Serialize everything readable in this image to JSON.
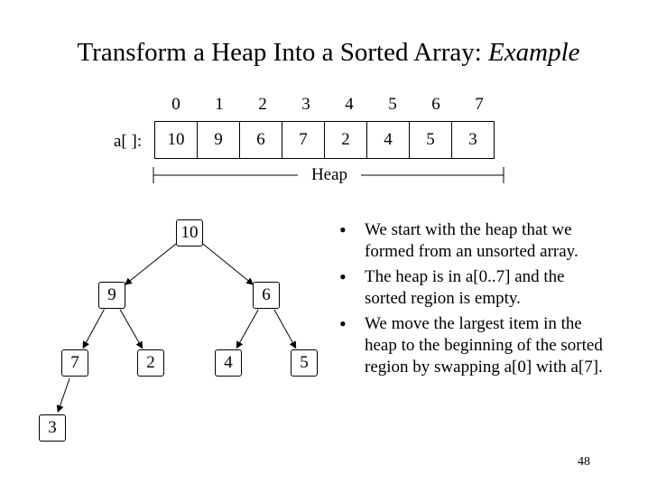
{
  "slide": {
    "title_main": "Transform a Heap Into a Sorted Array: ",
    "title_italic": "Example",
    "page_number": "48"
  },
  "array": {
    "label": "a[ ]:",
    "indices": [
      "0",
      "1",
      "2",
      "3",
      "4",
      "5",
      "6",
      "7"
    ],
    "values": [
      "10",
      "9",
      "6",
      "7",
      "2",
      "4",
      "5",
      "3"
    ],
    "region_label": "Heap"
  },
  "tree": {
    "nodes": [
      "10",
      "9",
      "6",
      "7",
      "2",
      "4",
      "5",
      "3"
    ],
    "edges": [
      [
        0,
        1
      ],
      [
        0,
        2
      ],
      [
        1,
        3
      ],
      [
        1,
        4
      ],
      [
        2,
        5
      ],
      [
        2,
        6
      ],
      [
        3,
        7
      ]
    ]
  },
  "bullets": [
    "We start with the heap that we formed from an unsorted array.",
    "The heap is in a[0..7] and the sorted region is empty.",
    "We move the largest item in the heap to the beginning of the sorted region by swapping a[0] with a[7]."
  ]
}
